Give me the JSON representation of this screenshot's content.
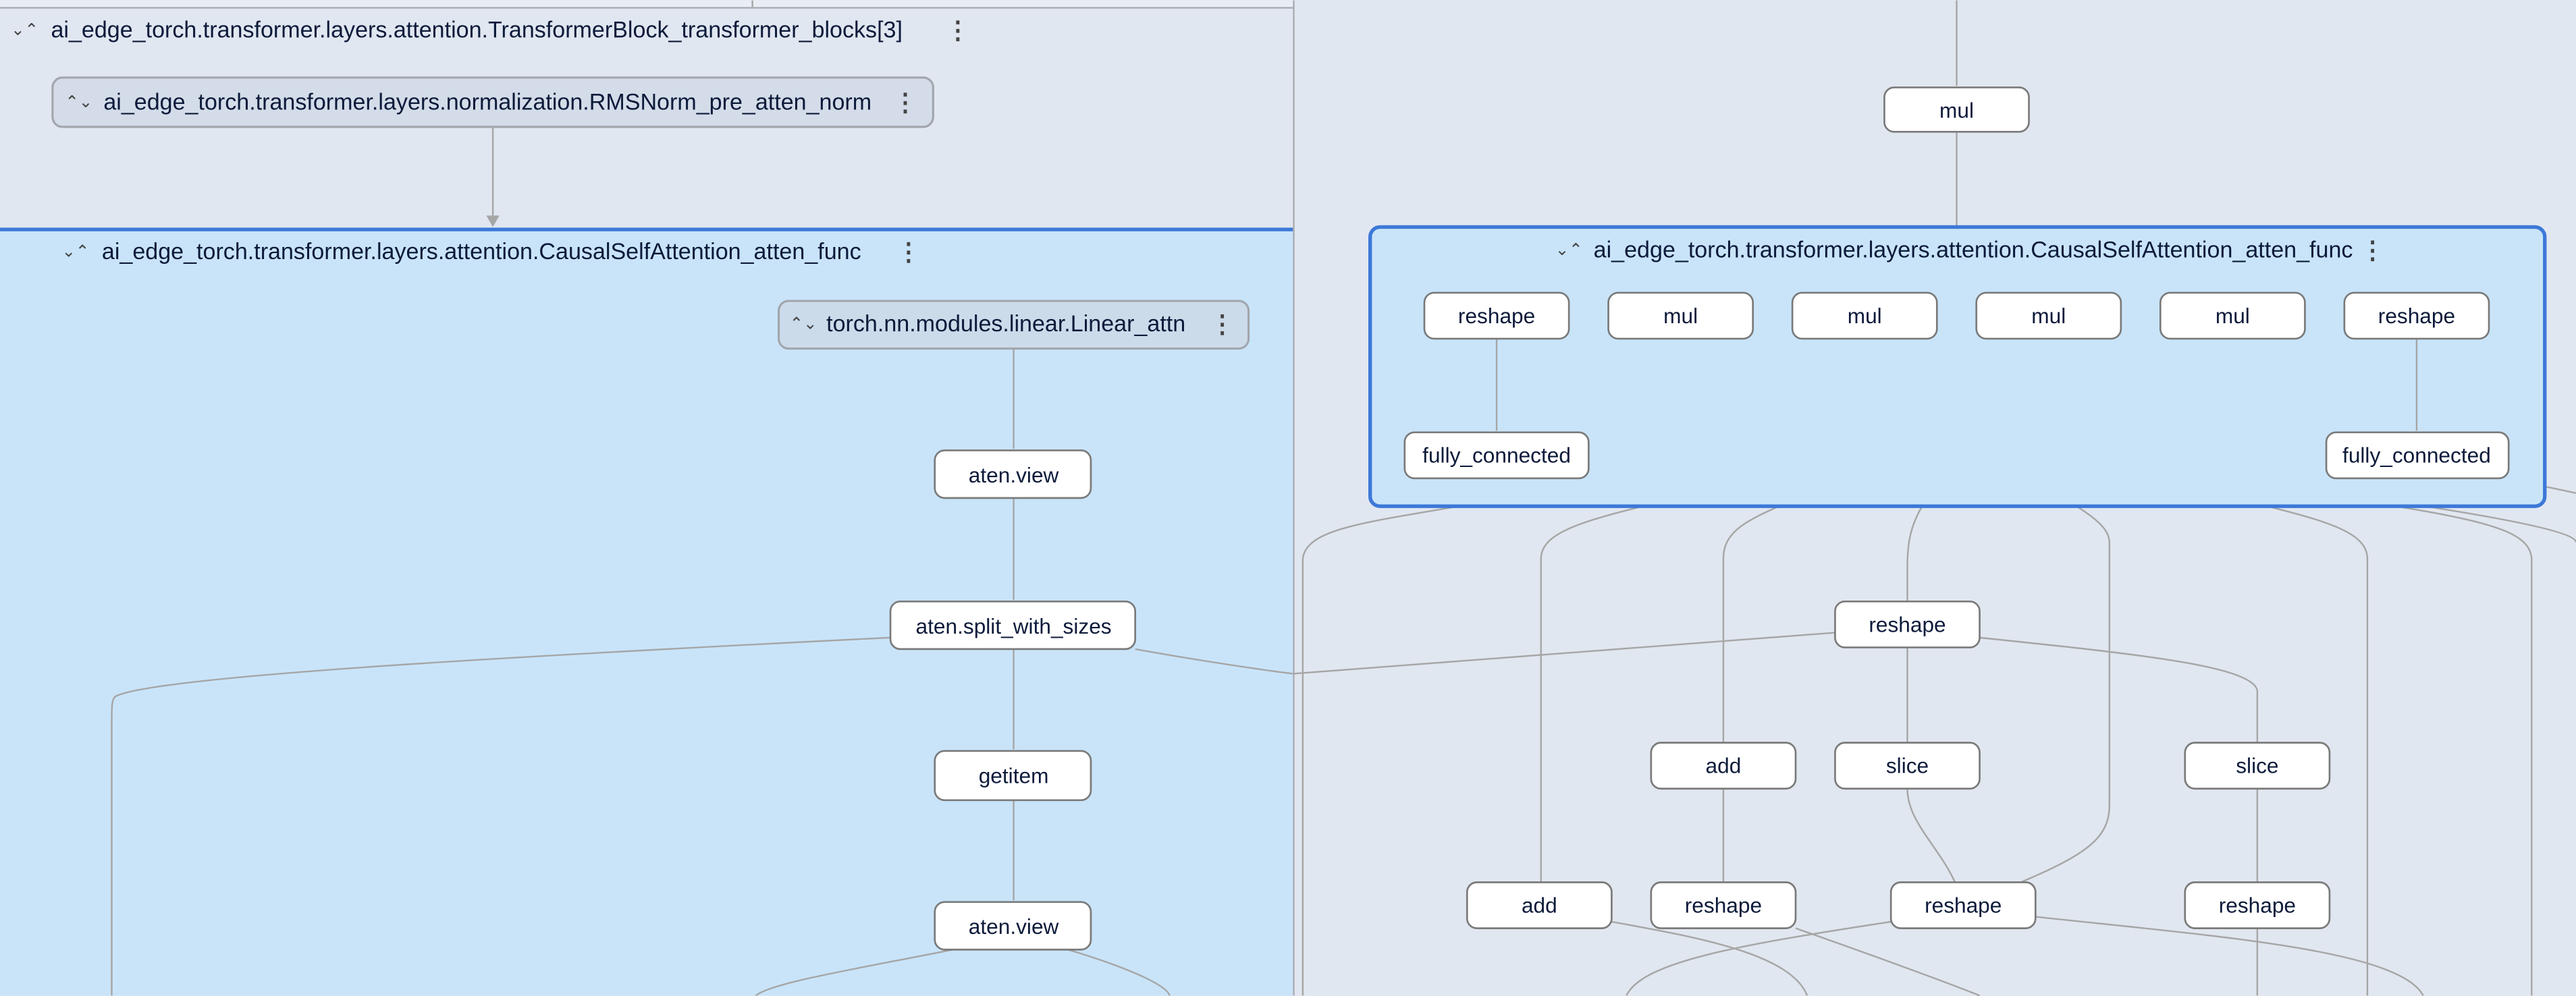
{
  "colors": {
    "canvas": "#e1e7f0",
    "selected_group_fill": "#c9e4f9",
    "selected_group_border": "#3c78d8",
    "node_fill": "#ffffff",
    "edge": "#a6a6a6"
  },
  "left_pane": {
    "transformer_block": {
      "label": "ai_edge_torch.transformer.layers.attention.TransformerBlock_transformer_blocks[3]",
      "icon": "collapse-icon",
      "menu_icon": "more-vert-icon"
    },
    "rmsnorm": {
      "label": "ai_edge_torch.transformer.layers.normalization.RMSNorm_pre_atten_norm",
      "icon": "expand-icon"
    },
    "attention_group": {
      "label": "ai_edge_torch.transformer.layers.attention.CausalSelfAttention_atten_func",
      "icon": "collapse-icon"
    },
    "linear_attn": {
      "label": "torch.nn.modules.linear.Linear_attn",
      "icon": "expand-icon"
    },
    "nodes": [
      "aten.view",
      "aten.split_with_sizes",
      "getitem",
      "aten.view"
    ]
  },
  "right_pane": {
    "top_node": "mul",
    "attention_group": {
      "label": "ai_edge_torch.transformer.layers.attention.CausalSelfAttention_atten_func",
      "icon": "collapse-icon"
    },
    "group_row": [
      "reshape",
      "mul",
      "mul",
      "mul",
      "mul",
      "reshape"
    ],
    "group_bottom": [
      "fully_connected",
      "fully_connected"
    ],
    "outside_nodes": [
      "reshape",
      "add",
      "slice",
      "slice",
      "add",
      "reshape",
      "reshape",
      "reshape"
    ]
  }
}
